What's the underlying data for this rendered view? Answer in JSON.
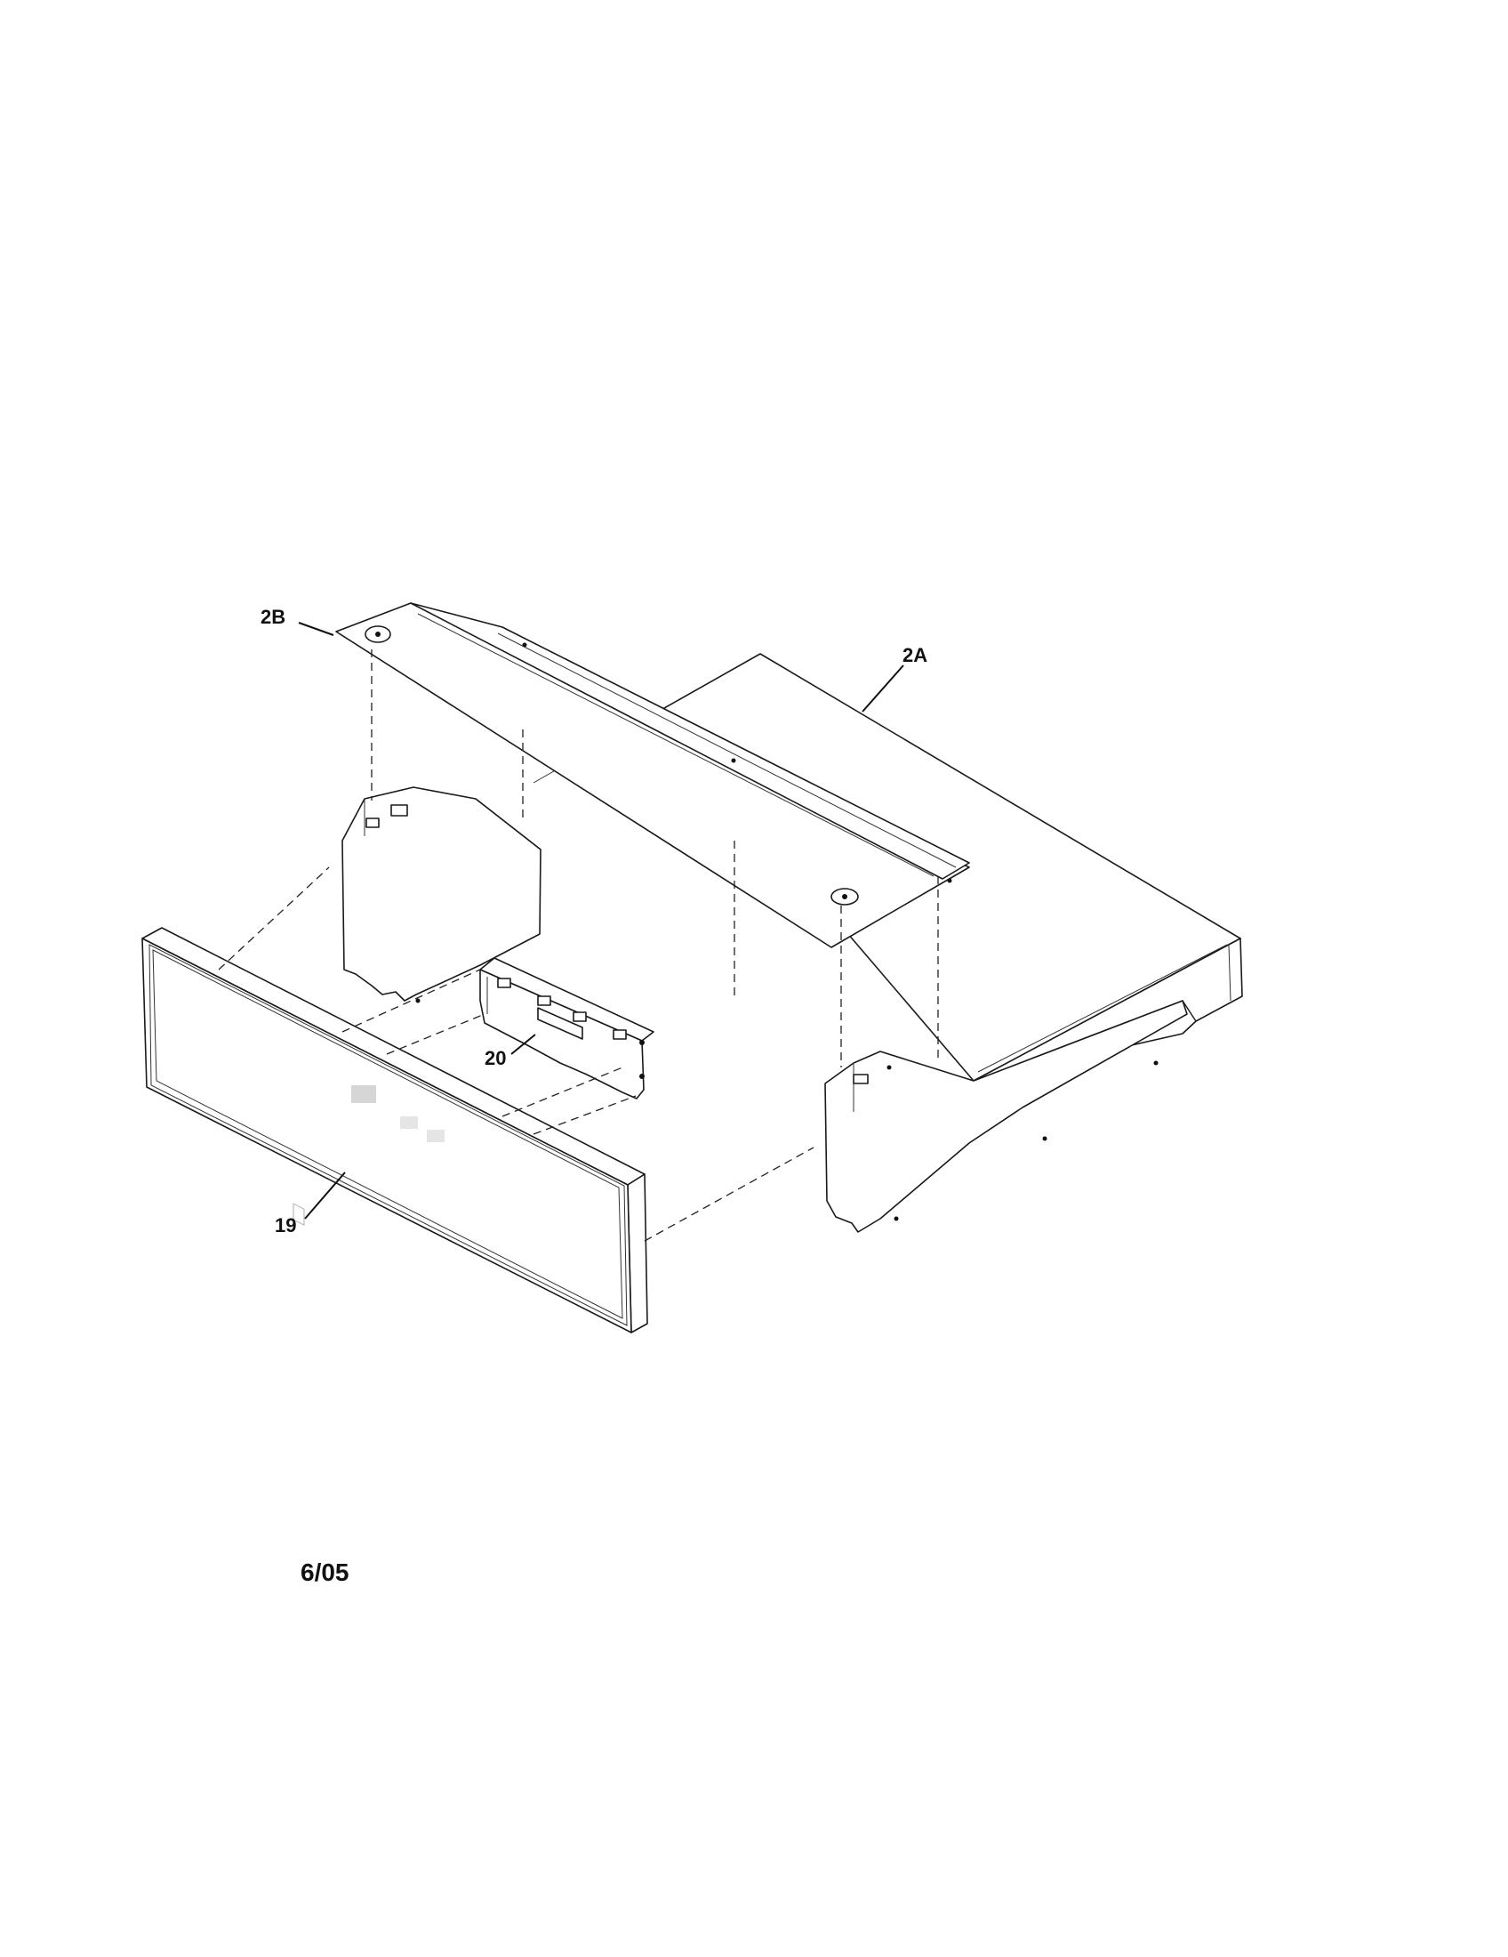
{
  "callouts": {
    "part_2b": "2B",
    "part_2a": "2A",
    "part_20": "20",
    "part_19": "19"
  },
  "footer": {
    "date": "6/05"
  },
  "colors": {
    "line": "#1a1a1a",
    "background": "#ffffff"
  }
}
